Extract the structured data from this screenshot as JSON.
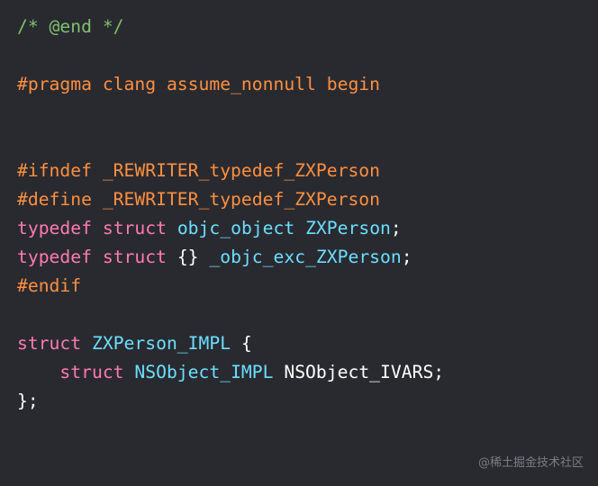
{
  "code": {
    "lines": [
      {
        "tokens": [
          {
            "t": "comment",
            "v": "/* @end */"
          }
        ]
      },
      {
        "tokens": []
      },
      {
        "tokens": [
          {
            "t": "preproc",
            "v": "#pragma clang assume_nonnull begin"
          }
        ]
      },
      {
        "tokens": []
      },
      {
        "tokens": []
      },
      {
        "tokens": [
          {
            "t": "preproc",
            "v": "#ifndef _REWRITER_typedef_ZXPerson"
          }
        ]
      },
      {
        "tokens": [
          {
            "t": "preproc",
            "v": "#define _REWRITER_typedef_ZXPerson"
          }
        ]
      },
      {
        "tokens": [
          {
            "t": "keyword",
            "v": "typedef"
          },
          {
            "t": "plain",
            "v": " "
          },
          {
            "t": "keyword",
            "v": "struct"
          },
          {
            "t": "plain",
            "v": " "
          },
          {
            "t": "type",
            "v": "objc_object"
          },
          {
            "t": "plain",
            "v": " "
          },
          {
            "t": "type",
            "v": "ZXPerson"
          },
          {
            "t": "plain",
            "v": ";"
          }
        ]
      },
      {
        "tokens": [
          {
            "t": "keyword",
            "v": "typedef"
          },
          {
            "t": "plain",
            "v": " "
          },
          {
            "t": "keyword",
            "v": "struct"
          },
          {
            "t": "plain",
            "v": " {} "
          },
          {
            "t": "type",
            "v": "_objc_exc_ZXPerson"
          },
          {
            "t": "plain",
            "v": ";"
          }
        ]
      },
      {
        "tokens": [
          {
            "t": "preproc",
            "v": "#endif"
          }
        ]
      },
      {
        "tokens": []
      },
      {
        "tokens": [
          {
            "t": "keyword",
            "v": "struct"
          },
          {
            "t": "plain",
            "v": " "
          },
          {
            "t": "type",
            "v": "ZXPerson_IMPL"
          },
          {
            "t": "plain",
            "v": " {"
          }
        ]
      },
      {
        "tokens": [
          {
            "t": "plain",
            "v": "    "
          },
          {
            "t": "keyword",
            "v": "struct"
          },
          {
            "t": "plain",
            "v": " "
          },
          {
            "t": "type",
            "v": "NSObject_IMPL"
          },
          {
            "t": "plain",
            "v": " NSObject_IVARS;"
          }
        ]
      },
      {
        "tokens": [
          {
            "t": "plain",
            "v": "};"
          }
        ]
      }
    ]
  },
  "watermark": {
    "text": "@稀土掘金技术社区"
  },
  "colors": {
    "background": "#292a30",
    "comment": "#7ec16d",
    "preproc": "#fd8f3f",
    "keyword": "#ff7ab2",
    "type": "#6bdfff",
    "plain": "#ffffff"
  }
}
